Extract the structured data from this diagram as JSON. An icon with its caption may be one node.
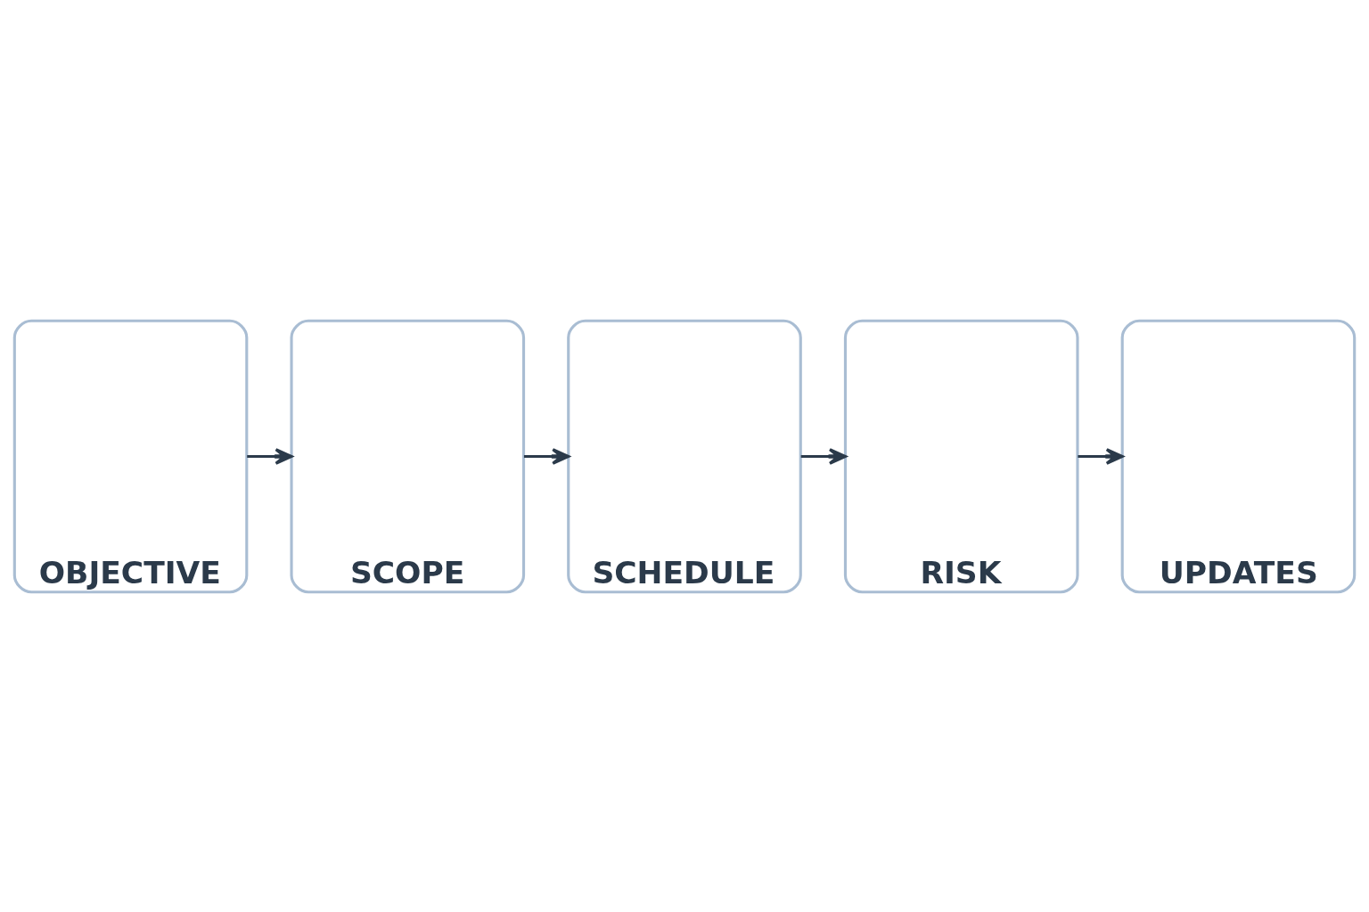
{
  "diagram": {
    "nodes": [
      {
        "text": [
          "OBJECTIVE"
        ]
      },
      {
        "text": [
          "SCOPE"
        ]
      },
      {
        "text": [
          "SCHEDULE"
        ]
      },
      {
        "text": [
          "RISK"
        ]
      },
      {
        "text": [
          "UPDATES"
        ]
      }
    ],
    "edges": [
      {
        "from": 0,
        "to": 1,
        "arrow": "to"
      },
      {
        "from": 1,
        "to": 2,
        "arrow": "to"
      },
      {
        "from": 2,
        "to": 3,
        "arrow": "to"
      },
      {
        "from": 3,
        "to": 4,
        "arrow": "to"
      }
    ]
  }
}
